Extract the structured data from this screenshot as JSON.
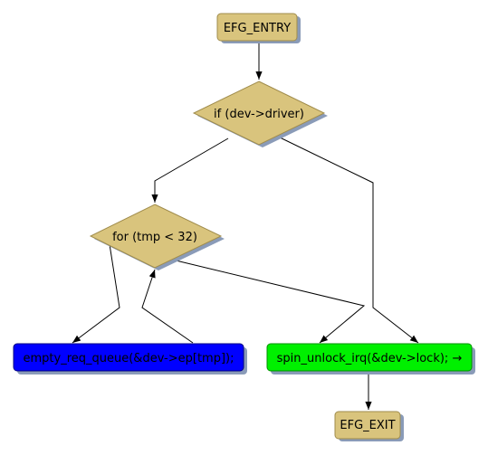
{
  "diagram": {
    "nodes": {
      "entry": {
        "label": "EFG_ENTRY",
        "shape": "rect",
        "fill": "#d9c47d"
      },
      "if_driver": {
        "label": "if (dev->driver)",
        "shape": "diamond",
        "fill": "#d9c47d"
      },
      "for_loop": {
        "label": "for (tmp < 32)",
        "shape": "diamond",
        "fill": "#d9c47d"
      },
      "empty_req": {
        "label": "empty_req_queue(&dev->ep[tmp]);",
        "shape": "rect",
        "fill": "#0000ff"
      },
      "spin_unlock": {
        "label": "spin_unlock_irq(&dev->lock); →",
        "shape": "rect",
        "fill": "#00f000"
      },
      "exit": {
        "label": "EFG_EXIT",
        "shape": "rect",
        "fill": "#d9c47d"
      }
    },
    "colors": {
      "stroke": "#a08c4c",
      "shadow": "#8a9bb8",
      "edge": "#000000"
    }
  }
}
